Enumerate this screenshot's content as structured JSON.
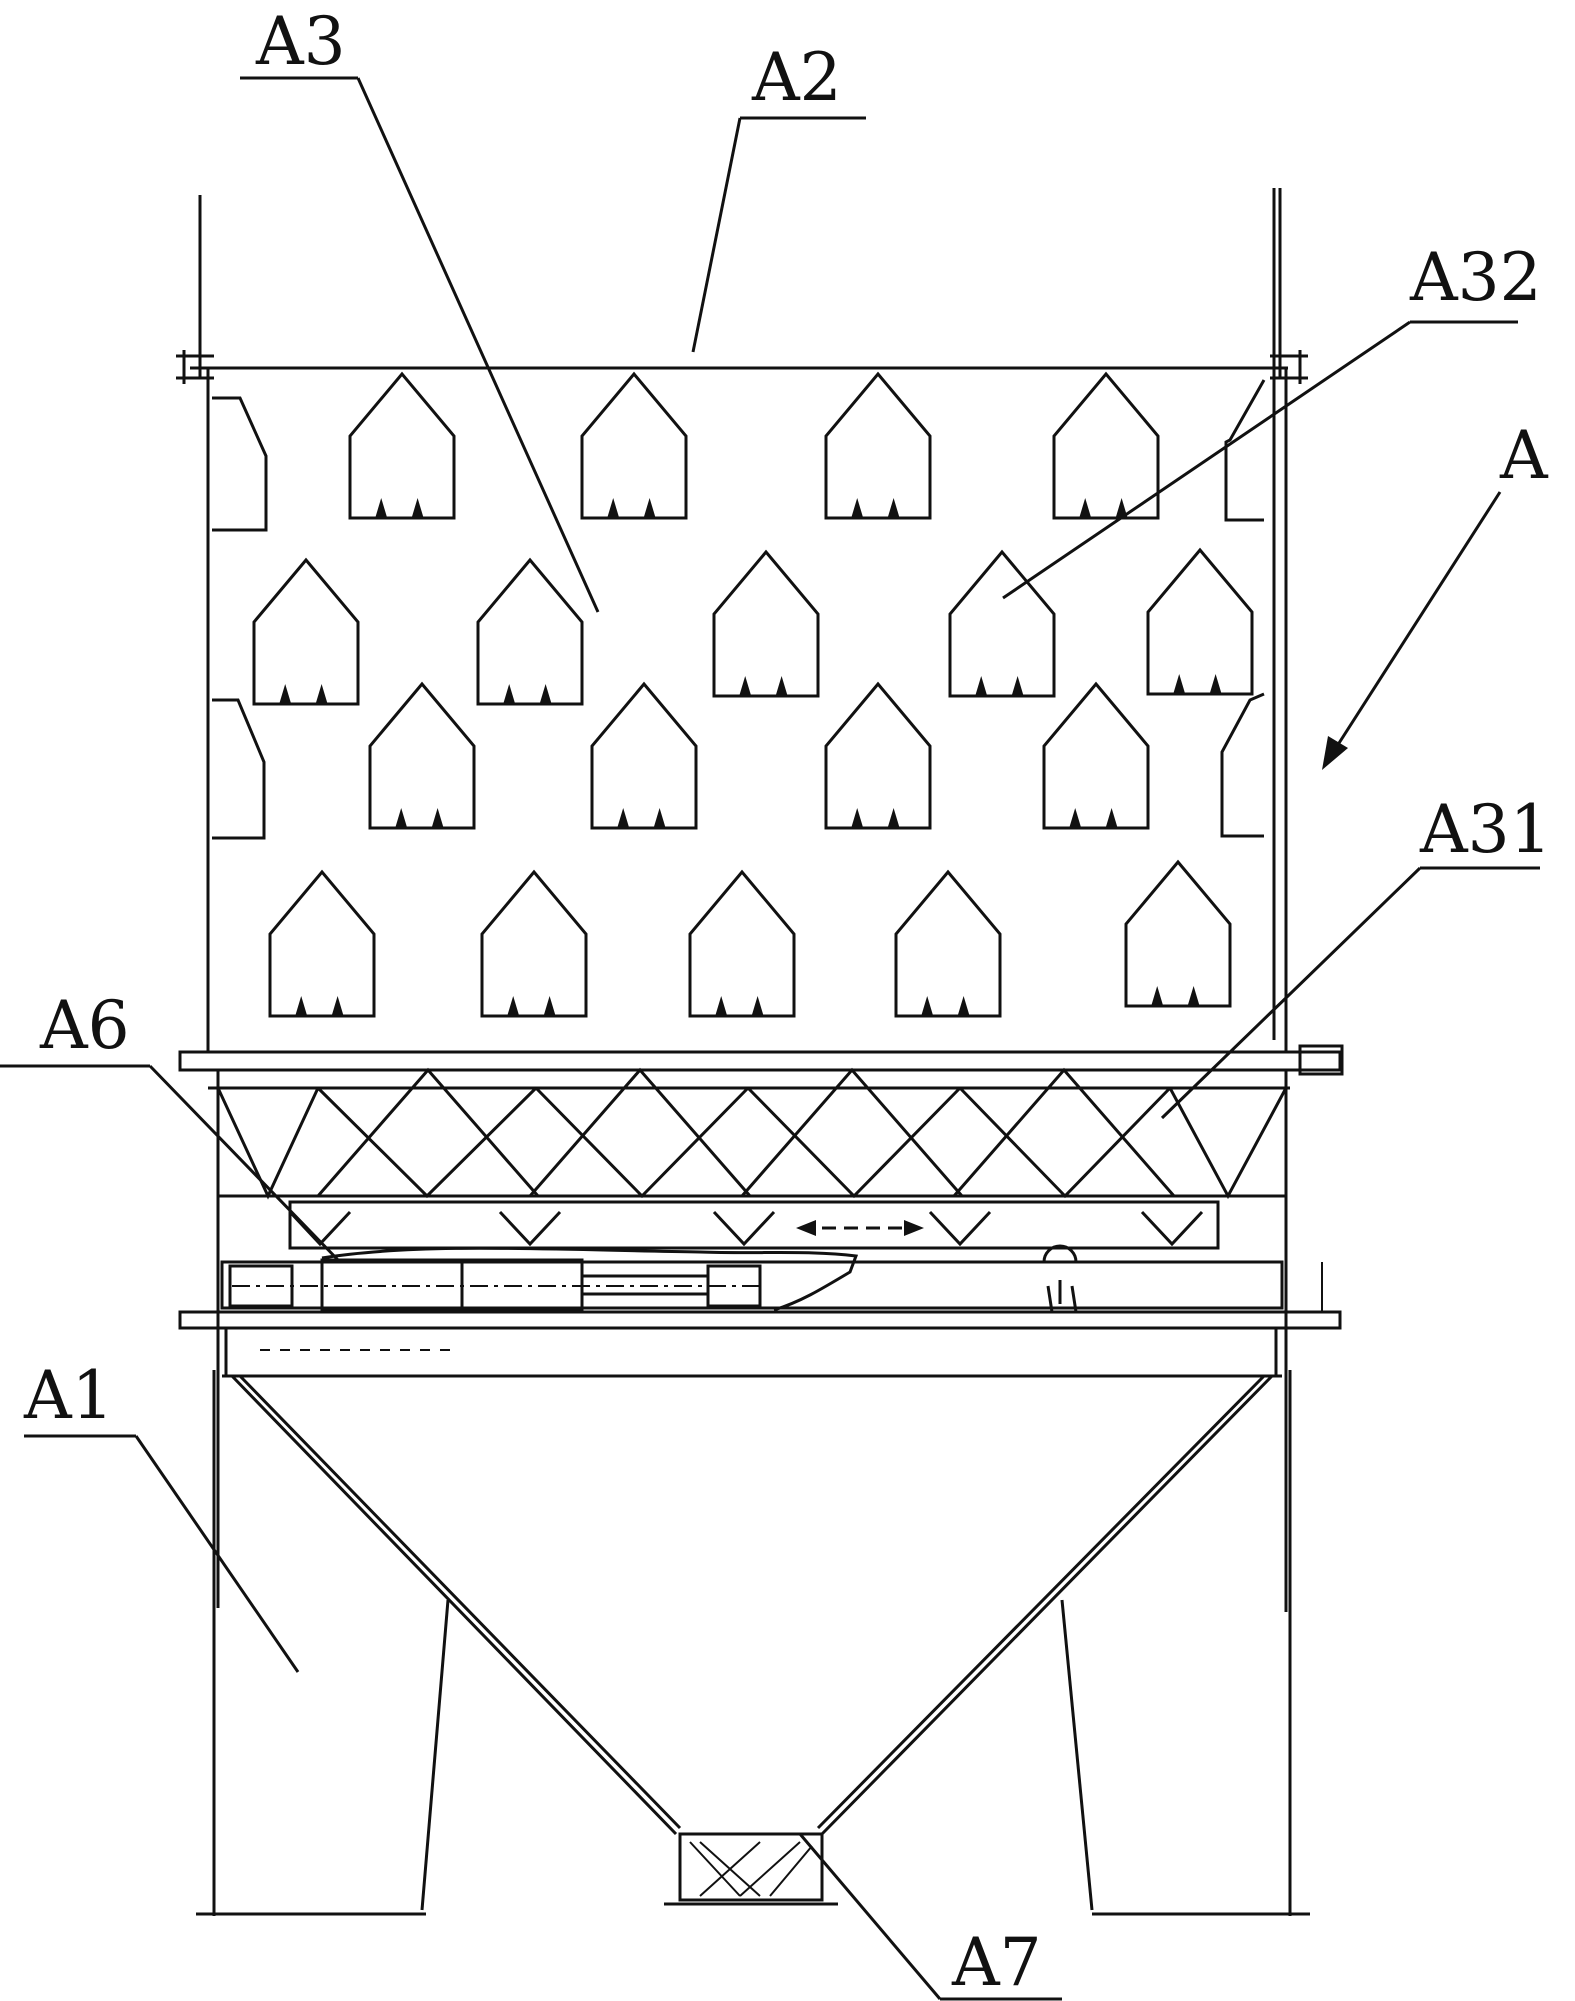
{
  "labels": {
    "a": "A",
    "a1": "A1",
    "a2": "A2",
    "a3": "A3",
    "a31": "A31",
    "a32": "A32",
    "a6": "A6",
    "a7": "A7"
  },
  "colors": {
    "ink": "#111111",
    "paper": "#ffffff"
  }
}
